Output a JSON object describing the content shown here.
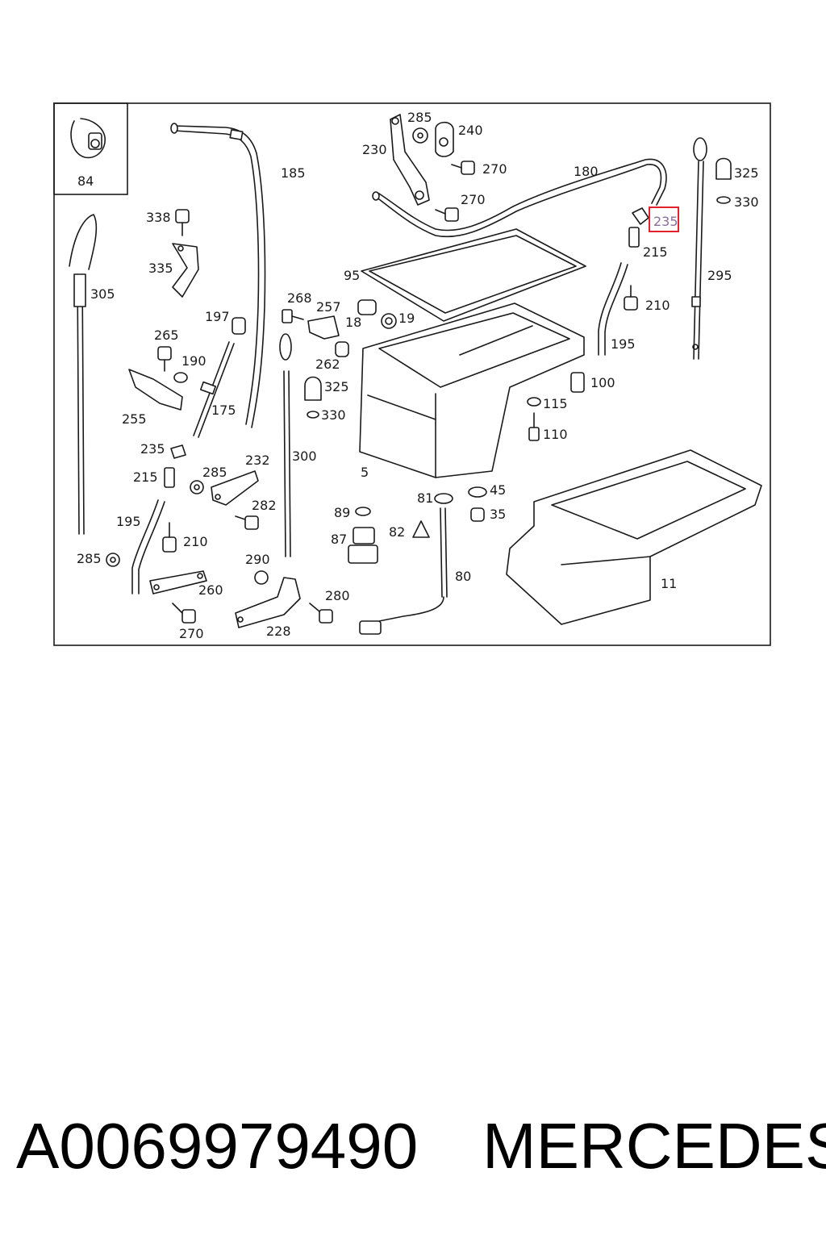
{
  "diagram": {
    "highlight_color": "#e3232b",
    "labels": {
      "l84": "84",
      "l185": "185",
      "l285a": "285",
      "l240": "240",
      "l230": "230",
      "l270a": "270",
      "l180": "180",
      "l325a": "325",
      "l330a": "330",
      "l270b": "270",
      "l235a": "235",
      "l215a": "215",
      "l295": "295",
      "l338": "338",
      "l335": "335",
      "l95": "95",
      "l305": "305",
      "l268": "268",
      "l257": "257",
      "l18": "18",
      "l19": "19",
      "l210a": "210",
      "l197": "197",
      "l195a": "195",
      "l265": "265",
      "l190": "190",
      "l262": "262",
      "l325b": "325",
      "l100": "100",
      "l115": "115",
      "l175": "175",
      "l330b": "330",
      "l255": "255",
      "l110": "110",
      "l235b": "235",
      "l300": "300",
      "l232": "232",
      "l215b": "215",
      "l285b": "285",
      "l5": "5",
      "l81": "81",
      "l45": "45",
      "l282": "282",
      "l89": "89",
      "l35": "35",
      "l195b": "195",
      "l210b": "210",
      "l82": "82",
      "l87": "87",
      "l11": "11",
      "l285c": "285",
      "l290": "290",
      "l260": "260",
      "l80": "80",
      "l280": "280",
      "l270c": "270",
      "l228": "228"
    }
  },
  "footer": {
    "part_number": "A0069979490",
    "brand": "MERCEDES"
  }
}
